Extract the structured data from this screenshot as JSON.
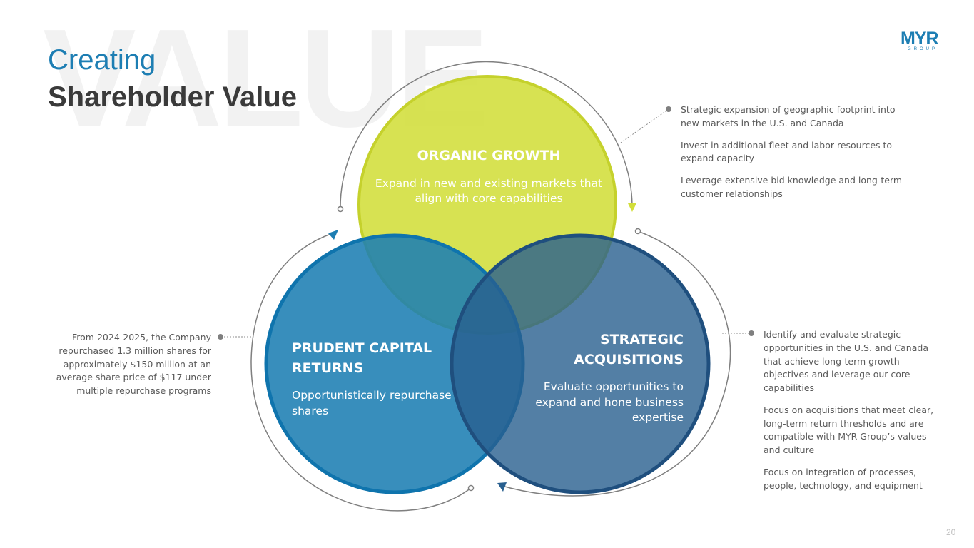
{
  "watermark": "VALUE",
  "title": {
    "line1": "Creating",
    "line2": "Shareholder Value"
  },
  "logo": {
    "text": "MYR",
    "subtext": "GROUP"
  },
  "circles": {
    "organic_growth": {
      "title": "ORGANIC GROWTH",
      "desc": "Expand in new and existing markets that align with core capabilities",
      "color": "#d2de3a"
    },
    "capital_returns": {
      "title_line1": "PRUDENT CAPITAL",
      "title_line2": "RETURNS",
      "desc": "Opportunistically repurchase shares",
      "color": "#1d7eb3"
    },
    "acquisitions": {
      "title_line1": "STRATEGIC",
      "title_line2": "ACQUISITIONS",
      "desc": "Evaluate opportunities to expand and hone business expertise",
      "color": "#285f8f"
    }
  },
  "notes": {
    "organic_growth": [
      "Strategic expansion of geographic footprint into new markets in the U.S. and Canada",
      "Invest in additional fleet and labor resources to expand capacity",
      "Leverage extensive bid knowledge and long-term customer relationships"
    ],
    "acquisitions": [
      "Identify and evaluate strategic opportunities in the U.S. and Canada that achieve long-term growth objectives and leverage our core capabilities",
      "Focus on acquisitions that meet clear, long-term return thresholds and are compatible with MYR Group’s values and culture",
      "Focus on integration of processes, people, technology, and equipment"
    ],
    "capital_returns": [
      "From 2024-2025, the Company repurchased 1.3 million shares for approximately $150 million at an average share price of $117 under multiple repurchase programs"
    ]
  },
  "page_number": "20"
}
